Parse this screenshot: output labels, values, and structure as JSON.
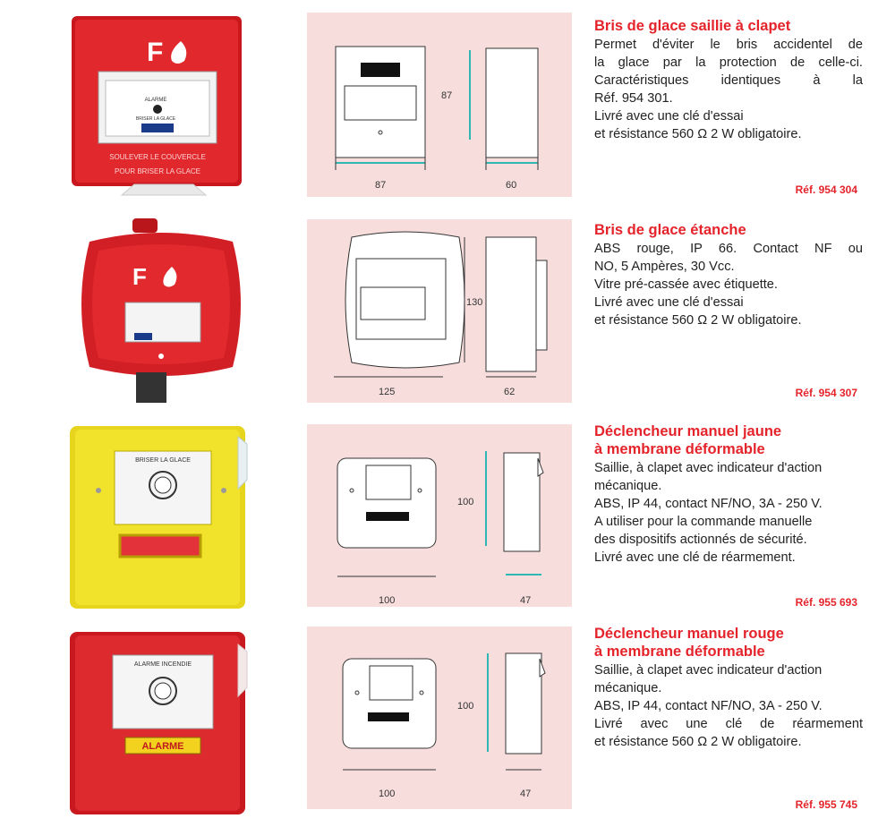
{
  "products": [
    {
      "title": [
        "Bris de glace saillie à clapet"
      ],
      "lines": [
        "Permet d'éviter le bris accidentel de",
        "la glace par la protection de celle-ci.",
        "Caractéristiques identiques à la",
        "Réf. 954 301.",
        "Livré avec une clé d'essai",
        "et résistance 560 Ω 2 W obligatoire."
      ],
      "ref": "Réf. 954 304",
      "dims": {
        "height": "87",
        "width": "87",
        "depth": "60"
      },
      "photo": {
        "letter": "F",
        "label_top": "ALARME",
        "label_mid": "BRISER LA GLACE",
        "label_bottom_1": "SOULEVER LE COUVERCLE",
        "label_bottom_2": "POUR BRISER LA GLACE"
      }
    },
    {
      "title": [
        "Bris de glace étanche"
      ],
      "lines": [
        "ABS rouge, IP 66. Contact NF ou",
        "NO, 5 Ampères, 30 Vcc.",
        "Vitre pré-cassée avec étiquette.",
        "Livré avec une clé d'essai",
        "et résistance 560 Ω 2 W obligatoire."
      ],
      "ref": "Réf. 954 307",
      "dims": {
        "height": "130",
        "width": "125",
        "depth": "62"
      },
      "photo": {
        "letter": "F"
      }
    },
    {
      "title": [
        "Déclencheur manuel jaune",
        "à membrane déformable"
      ],
      "lines": [
        "Saillie, à clapet avec indicateur d'action",
        "mécanique.",
        "ABS, IP 44, contact NF/NO, 3A - 250 V.",
        "A utiliser pour la commande manuelle",
        "des dispositifs actionnés de sécurité.",
        "Livré avec une clé de réarmement."
      ],
      "ref": "Réf. 955 693",
      "dims": {
        "height": "100",
        "width": "100",
        "depth": "47"
      },
      "photo": {
        "label_top": "BRISER LA GLACE"
      }
    },
    {
      "title": [
        "Déclencheur manuel rouge",
        "à membrane déformable"
      ],
      "lines": [
        "Saillie, à clapet avec indicateur d'action",
        "mécanique.",
        "ABS, IP 44, contact NF/NO, 3A - 250 V.",
        "Livré avec une clé de réarmement",
        "et résistance 560 Ω 2 W obligatoire."
      ],
      "ref": "Réf. 955 745",
      "dims": {
        "height": "100",
        "width": "100",
        "depth": "47"
      },
      "photo": {
        "label_top": "ALARME INCENDIE",
        "label_window": "ALARME"
      }
    }
  ],
  "colors": {
    "accent": "#e5232a",
    "panel": "#f7dedd",
    "dimension": "#2fb7b3",
    "yellow": "#f1e22c"
  }
}
